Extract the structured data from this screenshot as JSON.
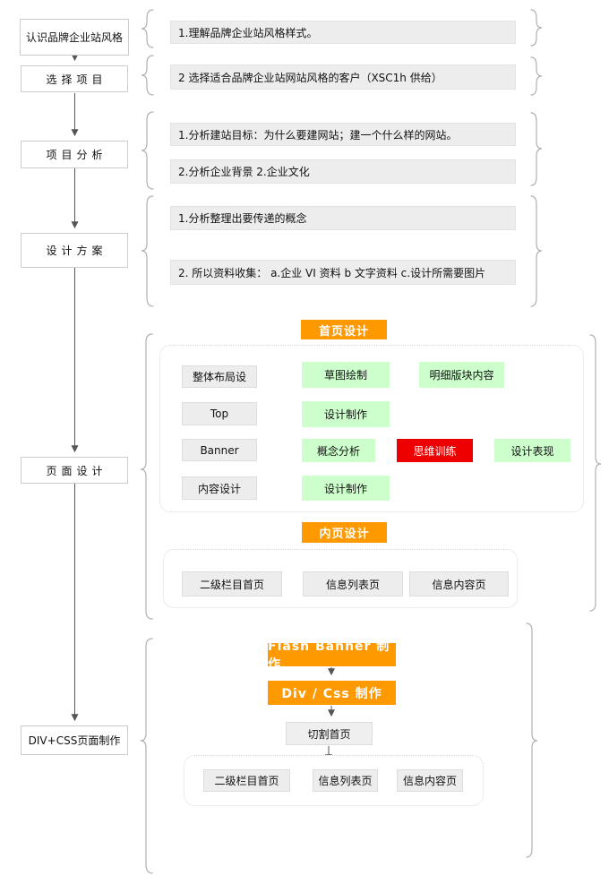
{
  "left_steps": [
    "认识品牌企业站风格",
    "选择项目",
    "项目分析",
    "设计方案",
    "页面设计",
    "DIV+CSS页面制作"
  ],
  "notes": [
    "1.理解品牌企业站风格样式。",
    "2 选择适合品牌企业站网站风格的客户（XSC1h 供给）",
    "1.分析建站目标：为什么要建网站；建一个什么样的网站。",
    "2.分析企业背景 2.企业文化",
    "1.分析整理出要传递的概念",
    "2. 所以资料收集：  a.企业 VI 资料 b 文字资料 c.设计所需要图片"
  ],
  "home": {
    "title": "首页设计",
    "rows": [
      {
        "source": "整体布局设",
        "steps": [
          "草图绘制",
          "明细版块内容"
        ]
      },
      {
        "source": "Top",
        "steps": [
          "设计制作"
        ]
      },
      {
        "source": "Banner",
        "steps": [
          "概念分析",
          "思维训练",
          "设计表现"
        ]
      },
      {
        "source": "内容设计",
        "steps": [
          "设计制作"
        ]
      }
    ]
  },
  "inner": {
    "title": "内页设计",
    "pages": [
      "二级栏目首页",
      "信息列表页",
      "信息内容页"
    ]
  },
  "build": {
    "flash_step": "Flash Banner 制作",
    "divcss_step": "Div / Css  制作",
    "cut_step": "切割首页",
    "pages": [
      "二级栏目首页",
      "信息列表页",
      "信息内容页"
    ]
  },
  "colors": {
    "accent_orange": "#FF9900",
    "node_green": "#CCFFCC",
    "node_red": "#EE0000",
    "node_gray": "#EDEDED",
    "arrow": "#555555",
    "brace": "#B0B0B0"
  }
}
